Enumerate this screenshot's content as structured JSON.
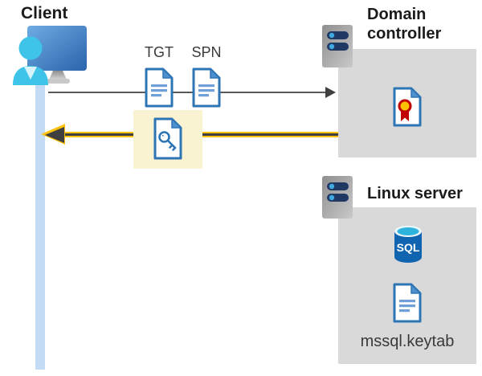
{
  "diagram": {
    "client": {
      "label": "Client"
    },
    "flow": {
      "tgt_label": "TGT",
      "spn_label": "SPN",
      "request_arrow": "client-to-domain-controller",
      "response_arrow": "domain-controller-to-client"
    },
    "domain_controller": {
      "label": "Domain controller"
    },
    "linux_server": {
      "label": "Linux server",
      "sql_badge": "SQL",
      "keytab_label": "mssql.keytab"
    },
    "colors": {
      "timeline_bar_blue": "#c4dbf6",
      "request_arrow_gray": "#595959",
      "response_arrow_yellow": "#ffc20e",
      "arrow_dark": "#3f3f3f",
      "highlight_cream": "#faf3d1",
      "zone_box_gray": "#d9d9d9",
      "document_blue": "#2e75b6",
      "document_fold_blue": "#4f90ce",
      "person_cyan": "#3ec4e8",
      "server_slot_navy": "#203864",
      "server_led_blue": "#3fa9e0",
      "sql_body_blue": "#1064b0",
      "sql_top_cyan": "#2db3dc",
      "certificate_red": "#c00000",
      "certificate_gold": "#ffc000"
    }
  }
}
